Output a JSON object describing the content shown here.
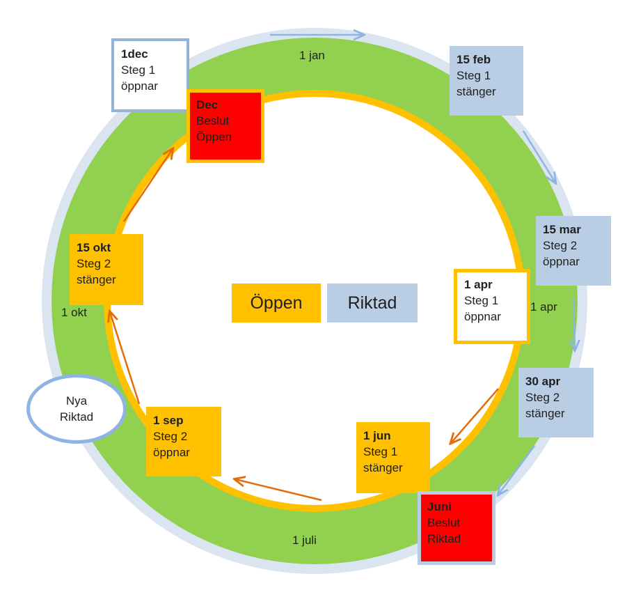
{
  "legend": {
    "open": "Öppen",
    "targeted": "Riktad"
  },
  "outer_labels": {
    "jan": "1 jan",
    "apr": "1 apr",
    "jul": "1 juli",
    "okt": "1 okt"
  },
  "boxes": {
    "dec1": {
      "title": "1dec",
      "lines": [
        "Steg 1",
        "öppnar"
      ]
    },
    "dec_decision": {
      "title": "Dec",
      "lines": [
        "Beslut",
        "Öppen"
      ]
    },
    "feb15": {
      "title": "15 feb",
      "lines": [
        "Steg 1",
        "stänger"
      ]
    },
    "mar15": {
      "title": "15 mar",
      "lines": [
        "Steg 2",
        "öppnar"
      ]
    },
    "apr1": {
      "title": "1 apr",
      "lines": [
        "Steg 1",
        "öppnar"
      ]
    },
    "apr30": {
      "title": "30 apr",
      "lines": [
        "Steg 2",
        "stänger"
      ]
    },
    "jun1": {
      "title": "1 jun",
      "lines": [
        "Steg 1",
        "stänger"
      ]
    },
    "jun_decision": {
      "title": "Juni",
      "lines": [
        "Beslut",
        "Riktad"
      ]
    },
    "sep1": {
      "title": "1 sep",
      "lines": [
        "Steg 2",
        "öppnar"
      ]
    },
    "okt15": {
      "title": "15  okt",
      "lines": [
        "Steg 2",
        "stänger"
      ]
    }
  },
  "new_targeted": {
    "lines": [
      "Nya",
      "Riktad"
    ]
  },
  "colors": {
    "ring_green": "#92d050",
    "ring_outer_blue": "#dbe5f1",
    "ring_inner_gold": "#ffc000",
    "box_blue": "#b9cde5",
    "box_gold": "#ffc000",
    "decision_red": "#ff0000",
    "arrow_blue": "#8eb4e3",
    "arrow_orange": "#e46c0a"
  }
}
